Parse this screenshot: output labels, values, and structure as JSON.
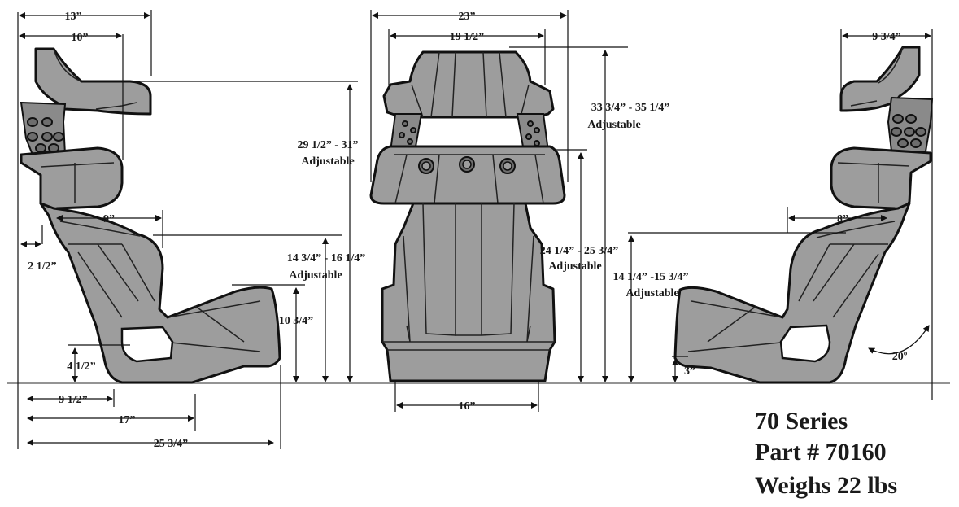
{
  "dimensions": {
    "side_left": {
      "top_width": "13”",
      "headrest_width": "10”",
      "hip_width": "9”",
      "back_offset": "2 1/2”",
      "head_height": "29 1/2” - 31”",
      "head_height_note": "Adjustable",
      "shoulder_height": "14 3/4” - 16 1/4”",
      "shoulder_height_note": "Adjustable",
      "seat_height": "10 3/4”",
      "hole_height": "4 1/2”",
      "bottom_a": "9 1/2”",
      "bottom_b": "17”",
      "bottom_c": "25 3/4”"
    },
    "front": {
      "overall_width": "23”",
      "head_width": "19 1/2”",
      "base_width": "16”",
      "total_height": "33 3/4” - 35 1/4”",
      "total_height_note": "Adjustable",
      "mid_height": "24 1/4” - 25 3/4”",
      "mid_height_note": "Adjustable"
    },
    "side_right": {
      "top_width": "9 3/4”",
      "hip_width": "8”",
      "shoulder_height": "14 1/4” -15 3/4”",
      "shoulder_height_note": "Adjustable",
      "base_height": "3”",
      "angle": "20º"
    }
  },
  "info": {
    "series": "70 Series",
    "part": "Part # 70160",
    "weight": "Weighs 22 lbs"
  }
}
